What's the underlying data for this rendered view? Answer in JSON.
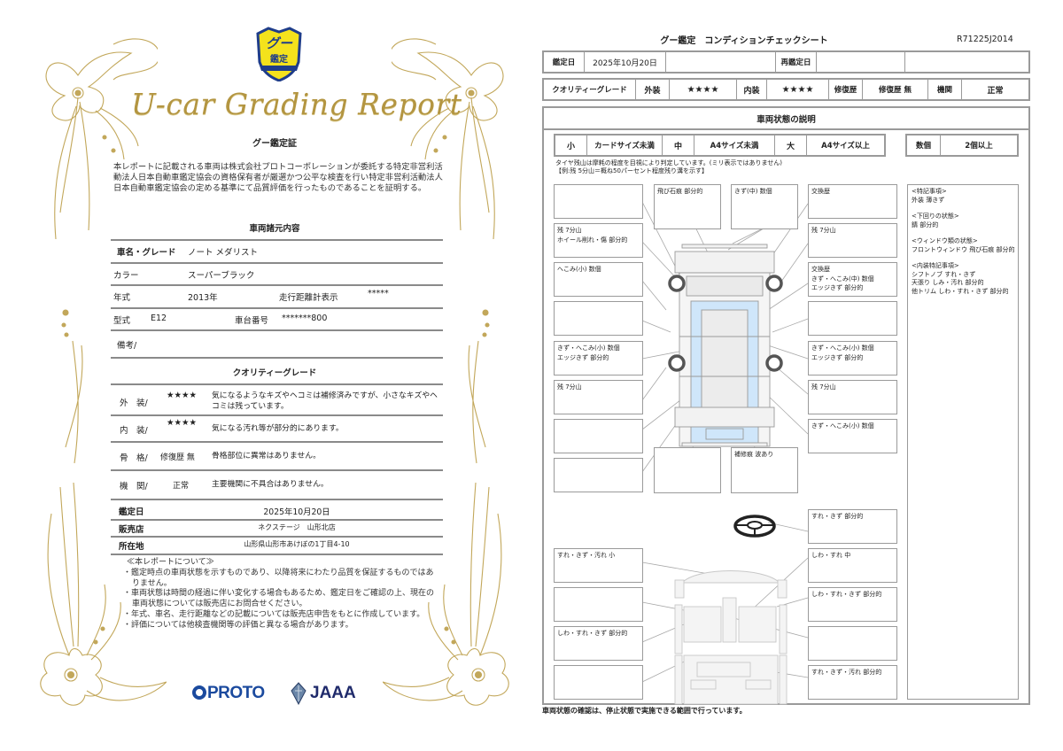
{
  "certificate": {
    "emblem": {
      "top_text": "グー",
      "bottom_text": "鑑定",
      "icon": "goo-kantei-shield-emblem"
    },
    "script_title": "U-car Grading Report",
    "heading": "グー鑑定証",
    "intro": "本レポートに記載される車両は株式会社プロトコーポレーションが委託する特定非営利活動法人日本自動車鑑定協会の資格保有者が厳選かつ公平な検査を行い特定非営利活動法人日本自動車鑑定協会の定める基準にて品質評価を行ったものであることを証明する。",
    "specs": {
      "title": "車両諸元内容",
      "name_label": "車名・グレード",
      "name_value": "ノート メダリスト",
      "color_label": "カラー",
      "color_value": "スーパーブラック",
      "year_label": "年式",
      "year_value": "2013年",
      "odometer_label": "走行距離計表示",
      "odometer_value": "*****",
      "model_label": "型式",
      "model_value": "E12",
      "chassis_label": "車台番号",
      "chassis_value": "*******800",
      "remarks_label": "備考/"
    },
    "quality": {
      "title": "クオリティーグレード",
      "rows": [
        {
          "label": "外　装/",
          "value": "★★★★",
          "desc": "気になるようなキズやヘコミは補修済みですが、小さなキズやヘコミは残っています。"
        },
        {
          "label": "内　装/",
          "value": "★★★★",
          "desc": "気になる汚れ等が部分的にあります。"
        },
        {
          "label": "骨　格/",
          "value": "修復歴 無",
          "desc": "骨格部位に異常はありません。"
        },
        {
          "label": "機　関/",
          "value": "正常",
          "desc": "主要機関に不具合はありません。"
        }
      ]
    },
    "info": {
      "date_label": "鑑定日",
      "date_value": "2025年10月20日",
      "dealer_label": "販売店",
      "dealer_value": "ネクステージ　山形北店",
      "address_label": "所在地",
      "address_value": "山形県山形市あけぼの1丁目4-10"
    },
    "about": {
      "title": "≪本レポートについて≫",
      "bullets": [
        "・鑑定時点の車両状態を示すものであり、以降将来にわたり品質を保証するものではありません。",
        "・車両状態は時間の経過に伴い変化する場合もあるため、鑑定日をご確認の上、現在の車両状態については販売店にお問合せください。",
        "・年式、車名、走行距離などの記載については販売店申告をもとに作成しています。",
        "・評価については他検査機関等の評価と異なる場合があります。"
      ]
    },
    "logos": {
      "proto": "PROTO",
      "jaaa": "JAAA"
    },
    "colors": {
      "gold": "#b39541",
      "proto_blue": "#1b4a9e",
      "jaaa_navy": "#1f2a6b"
    }
  },
  "check_sheet": {
    "title": "グー鑑定　コンディションチェックシート",
    "code": "R71225J2014",
    "row1": {
      "date_label": "鑑定日",
      "date_value": "2025年10月20日",
      "blank1": "",
      "reinspect_label": "再鑑定日",
      "reinspect_value": "",
      "blank2": ""
    },
    "row2": {
      "quality_label": "クオリティーグレード",
      "exterior_label": "外装",
      "exterior_value": "★★★★",
      "interior_label": "内装",
      "interior_value": "★★★★",
      "repair_label": "修復歴",
      "repair_value": "修復歴 無",
      "engine_label": "機関",
      "engine_value": "正常"
    },
    "section_title": "車両状態の説明",
    "size_legend": {
      "small_label": "小",
      "small_value": "カードサイズ未満",
      "medium_label": "中",
      "medium_value": "A4サイズ未満",
      "large_label": "大",
      "large_value": "A4サイズ以上",
      "count_label": "数個",
      "count_value": "2個以上"
    },
    "tire_note_1": "タイヤ残山は摩耗の程度を目視により判定しています。(ミリ表示ではありません)",
    "tire_note_2": "【例:残 5分山＝概ね50パーセント程度残り溝を示す】",
    "exterior_boxes": {
      "left": [
        {
          "lines": []
        },
        {
          "lines": [
            "残 7分山",
            "ホイール削れ・傷 部分的"
          ]
        },
        {
          "lines": [
            "へこみ(小) 数個"
          ]
        },
        {
          "lines": []
        },
        {
          "lines": [
            "きず・へこみ(小) 数個",
            "エッジきず 部分的"
          ]
        },
        {
          "lines": [
            "残 7分山"
          ]
        },
        {
          "lines": []
        },
        {
          "lines": []
        }
      ],
      "top": [
        {
          "lines": [
            "飛び石痕 部分的"
          ]
        },
        {
          "lines": [
            "きず(中) 数個"
          ]
        }
      ],
      "right": [
        {
          "lines": [
            "交換歴"
          ]
        },
        {
          "lines": [
            "残 7分山"
          ]
        },
        {
          "lines": [
            "交換歴",
            "きず・へこみ(中) 数個",
            "エッジきず 部分的"
          ]
        },
        {
          "lines": []
        },
        {
          "lines": [
            "きず・へこみ(小) 数個",
            "エッジきず 部分的"
          ]
        },
        {
          "lines": [
            "残 7分山"
          ]
        },
        {
          "lines": [
            "きず・へこみ(小) 数個"
          ]
        }
      ],
      "bottom": [
        {
          "lines": []
        },
        {
          "lines": [
            "補修痕 波あり"
          ]
        }
      ]
    },
    "interior_boxes": {
      "left": [
        {
          "lines": [
            "すれ・きず・汚れ 小"
          ]
        },
        {
          "lines": []
        },
        {
          "lines": [
            "しわ・すれ・きず 部分的"
          ]
        },
        {
          "lines": []
        }
      ],
      "right": [
        {
          "lines": [
            "すれ・きず 部分的"
          ]
        },
        {
          "lines": [
            "しわ・すれ 中"
          ]
        },
        {
          "lines": [
            "しわ・すれ・きず 部分的"
          ]
        },
        {
          "lines": []
        },
        {
          "lines": [
            "すれ・きず・汚れ 部分的"
          ]
        }
      ]
    },
    "notes": {
      "groups": [
        {
          "title": "<特記事項>",
          "lines": [
            "外装 薄きず"
          ]
        },
        {
          "title": "<下回りの状態>",
          "lines": [
            "錆 部分的"
          ]
        },
        {
          "title": "<ウィンドウ類の状態>",
          "lines": [
            "フロントウィンドウ 飛び石痕 部分的"
          ]
        },
        {
          "title": "<内装特記事項>",
          "lines": [
            "シフトノブ すれ・きず",
            "天張り しみ・汚れ 部分的",
            "他トリム しわ・すれ・きず 部分的"
          ]
        }
      ]
    },
    "footer": "車両状態の確認は、停止状態で実施できる範囲で行っています。",
    "colors": {
      "border": "#9a9a9a",
      "glass": "#cfe6fa",
      "body": "#f2f2f2"
    }
  }
}
